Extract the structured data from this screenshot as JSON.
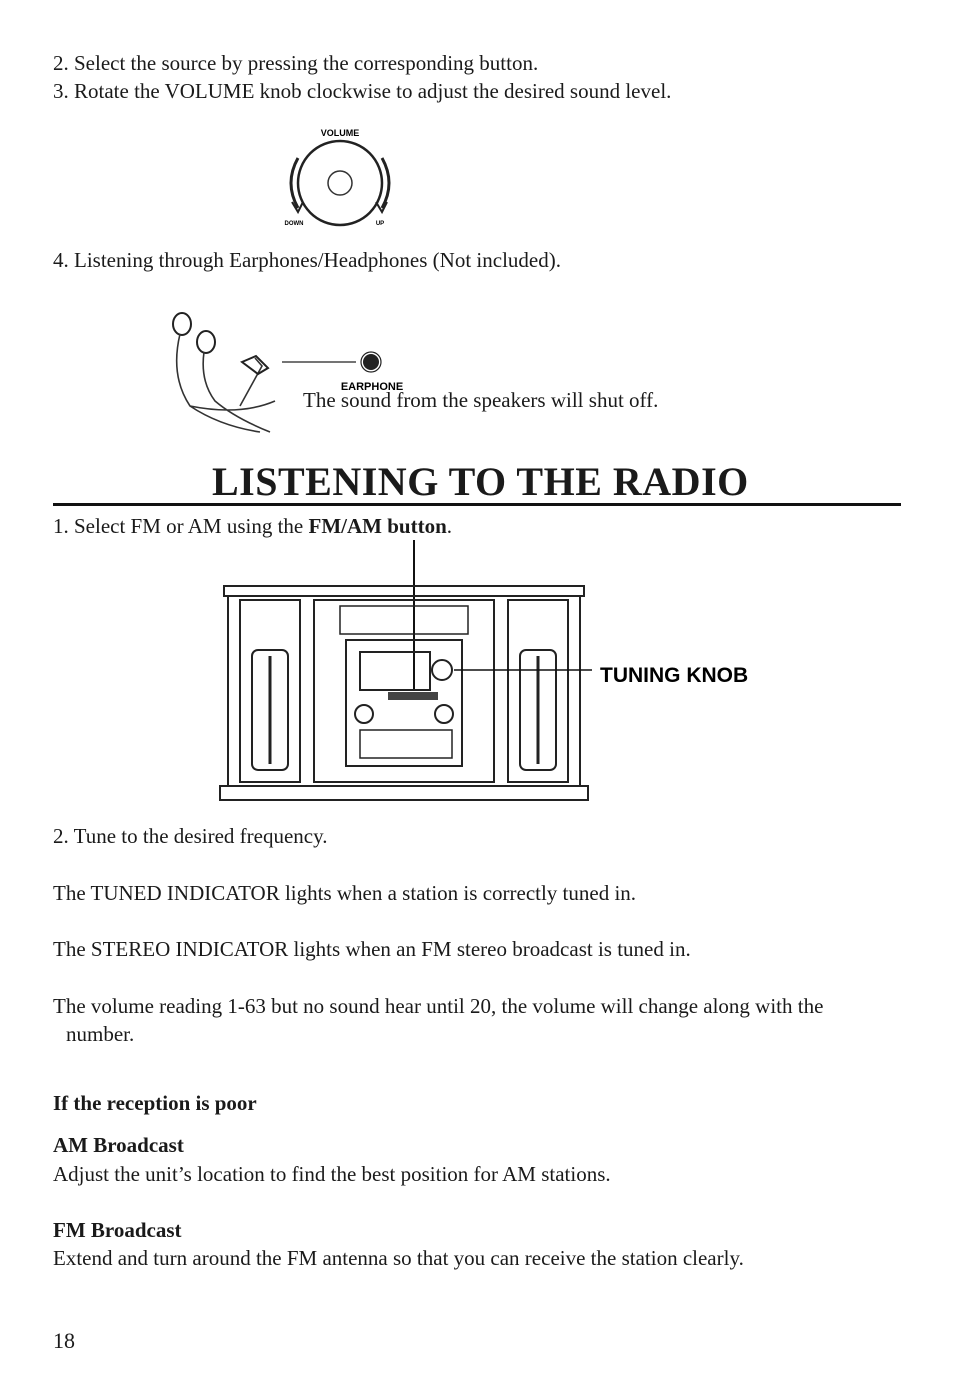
{
  "steps_top": {
    "step2": "2. Select the source by pressing the corresponding button.",
    "step3": "3. Rotate the VOLUME knob clockwise to adjust the desired sound level.",
    "step4": "4. Listening through Earphones/Headphones (Not included)."
  },
  "volume_figure": {
    "label_top": "VOLUME",
    "label_down": "DOWN",
    "label_up": "UP"
  },
  "earphone_figure": {
    "jack_label": "EARPHONE",
    "note": "The sound from the speakers will shut off."
  },
  "section": {
    "title": "LISTENING TO THE RADIO",
    "step1_prefix": "1. Select FM or AM using the ",
    "step1_bold": "FM/AM button",
    "step1_suffix": "."
  },
  "radio_figure": {
    "tuning_label": "TUNING KNOB"
  },
  "body": {
    "step2": "2. Tune to the desired frequency.",
    "tuned": "The TUNED INDICATOR lights when a station is correctly tuned in.",
    "stereo": "The STEREO INDICATOR lights when an FM stereo broadcast is tuned in.",
    "volume_line1": "The volume reading 1-63 but no sound hear until 20, the volume will change along with the",
    "volume_line2": "number.",
    "reception_heading": "If the reception is poor",
    "am_heading": "AM Broadcast",
    "am_text": "Adjust the unit’s location to find the best position for AM stations.",
    "fm_heading": "FM Broadcast",
    "fm_text": "Extend and turn around the FM antenna so that you can receive the station clearly."
  },
  "page_number": "18"
}
